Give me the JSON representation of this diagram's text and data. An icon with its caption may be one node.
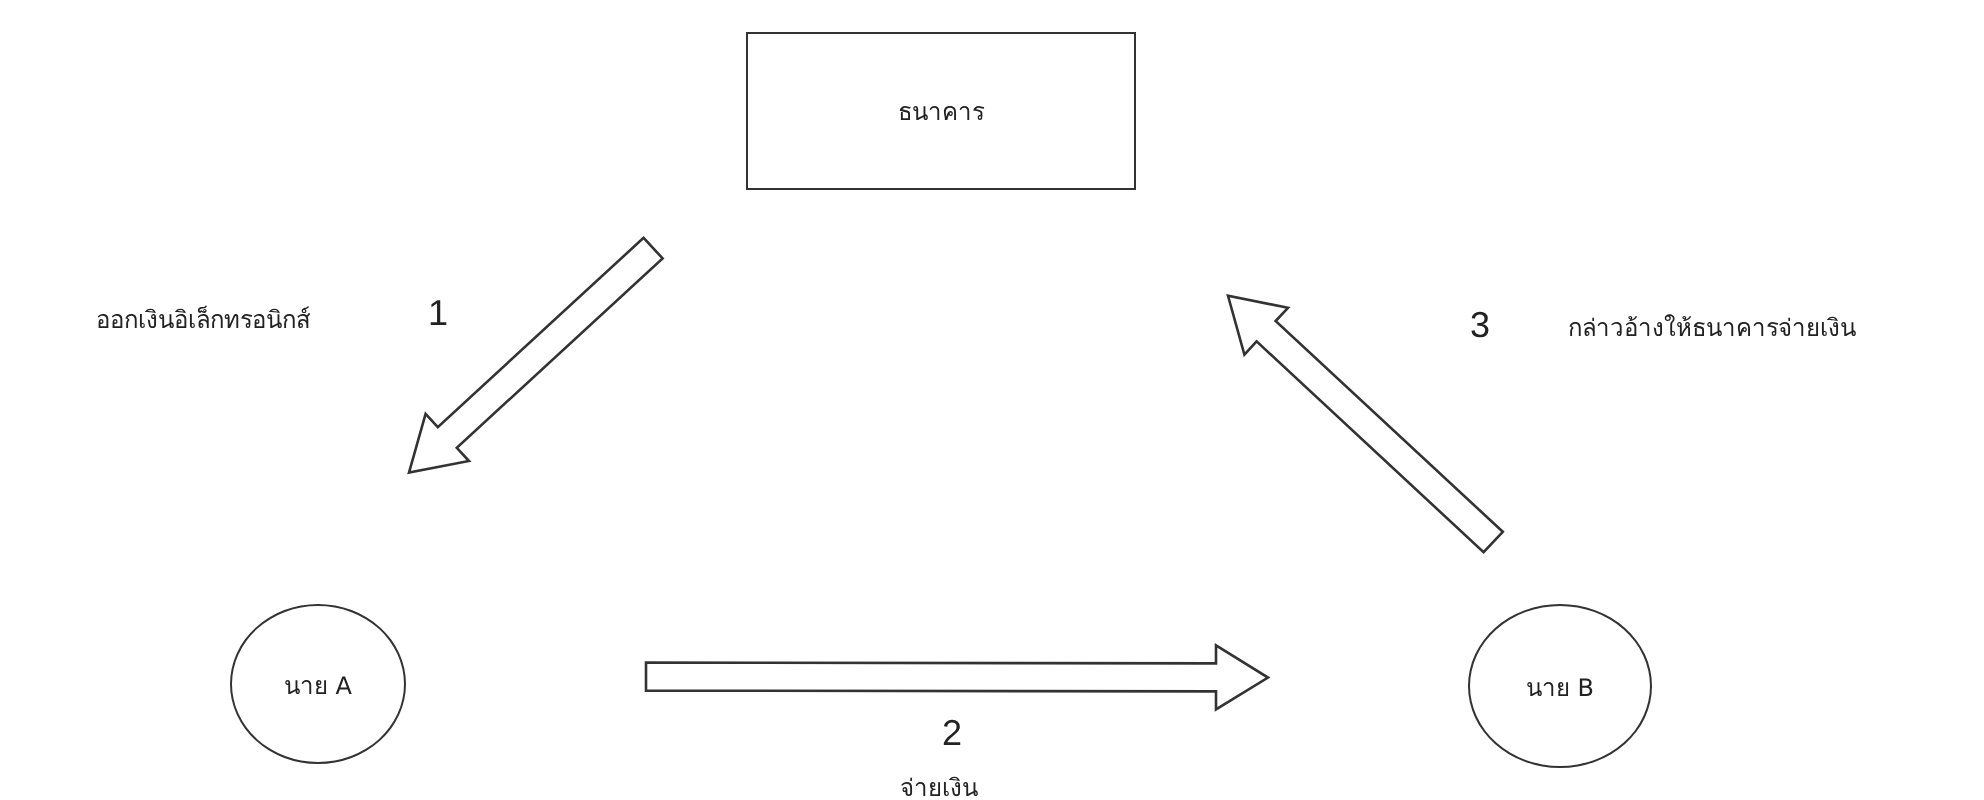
{
  "diagram": {
    "nodes": [
      {
        "text": [
          "ธนาคาร"
        ]
      },
      {
        "text": [
          "นาย A"
        ]
      },
      {
        "text": [
          "นาย B"
        ]
      }
    ],
    "edges": [
      {
        "from": 0,
        "to": 1,
        "arrow": "to",
        "style": "thick",
        "label": "1"
      },
      {
        "from": 1,
        "to": 2,
        "arrow": "to",
        "style": "thick",
        "label": "2"
      },
      {
        "from": 2,
        "to": 0,
        "arrow": "to",
        "style": "thick",
        "label": "3"
      }
    ],
    "labels": [
      "ออกเงินอิเล็กทรอนิกส์",
      "กล่าวอ้างให้ธนาคารจ่ายเงิน",
      "จ่ายเงิน"
    ]
  }
}
